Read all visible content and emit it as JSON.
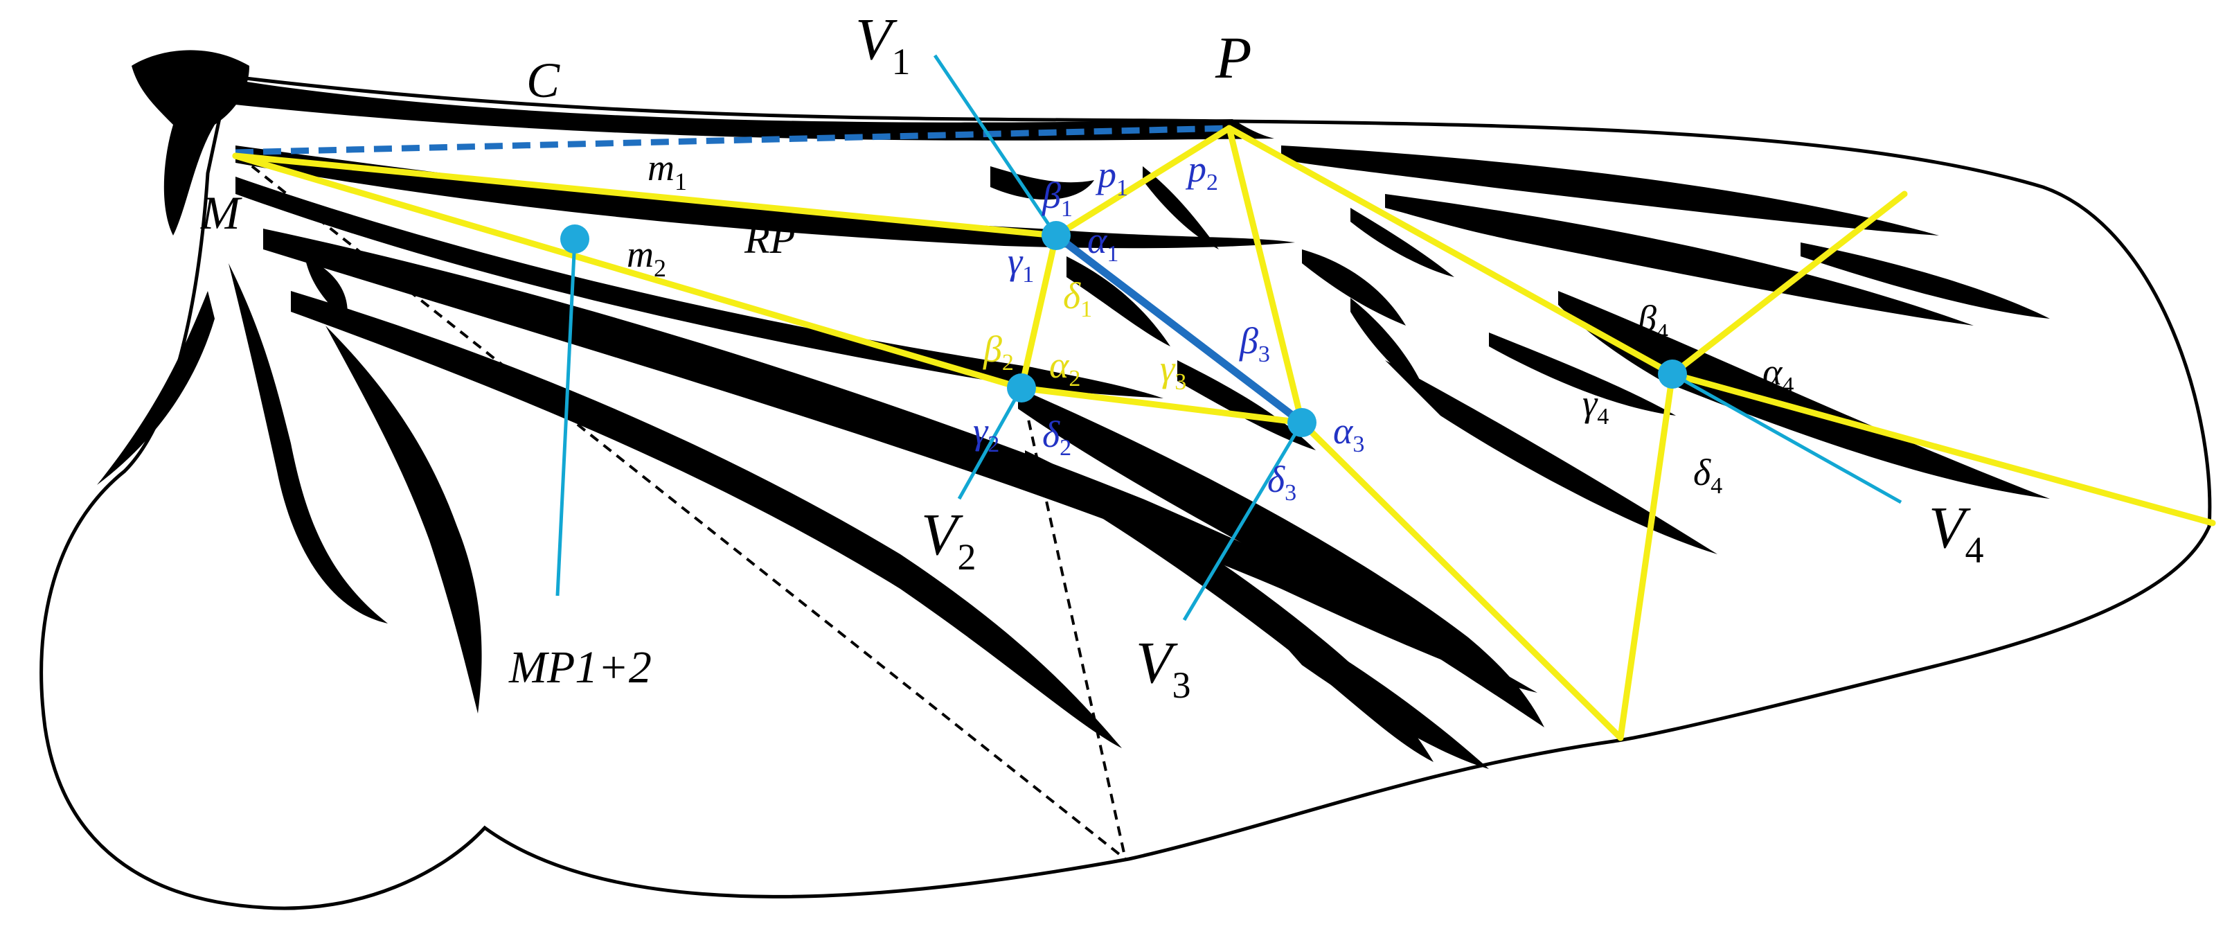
{
  "colors": {
    "vein": "#000000",
    "yellow": "#f5ee16",
    "blue_dash": "#1f6fc0",
    "node": "#1fa9dc",
    "pointer": "#12a7d3",
    "angle_blue": "#2233c4",
    "angle_yellow": "#e6dd18",
    "label": "#000000"
  },
  "labels": {
    "C": "C",
    "P": "P",
    "M": "M",
    "m1": "m",
    "m1_sub": "1",
    "m2": "m",
    "m2_sub": "2",
    "RP": "RP",
    "MP12": "MP1+2",
    "V1": "V",
    "V1_sub": "1",
    "V2": "V",
    "V2_sub": "2",
    "V3": "V",
    "V3_sub": "3",
    "V4": "V",
    "V4_sub": "4"
  },
  "angles": {
    "beta1": "β",
    "beta1_sub": "1",
    "p1": "p",
    "p1_sub": "1",
    "p2": "p",
    "p2_sub": "2",
    "alpha1": "α",
    "alpha1_sub": "1",
    "gamma1": "γ",
    "gamma1_sub": "1",
    "delta1": "δ",
    "delta1_sub": "1",
    "beta2": "β",
    "beta2_sub": "2",
    "alpha2": "α",
    "alpha2_sub": "2",
    "gamma2": "γ",
    "gamma2_sub": "2",
    "delta2": "δ",
    "delta2_sub": "2",
    "gamma3": "γ",
    "gamma3_sub": "3",
    "beta3": "β",
    "beta3_sub": "3",
    "alpha3": "α",
    "alpha3_sub": "3",
    "delta3": "δ",
    "delta3_sub": "3",
    "beta4": "β",
    "beta4_sub": "4",
    "alpha4": "α",
    "alpha4_sub": "4",
    "gamma4": "γ",
    "gamma4_sub": "4",
    "delta4": "δ",
    "delta4_sub": "4"
  }
}
